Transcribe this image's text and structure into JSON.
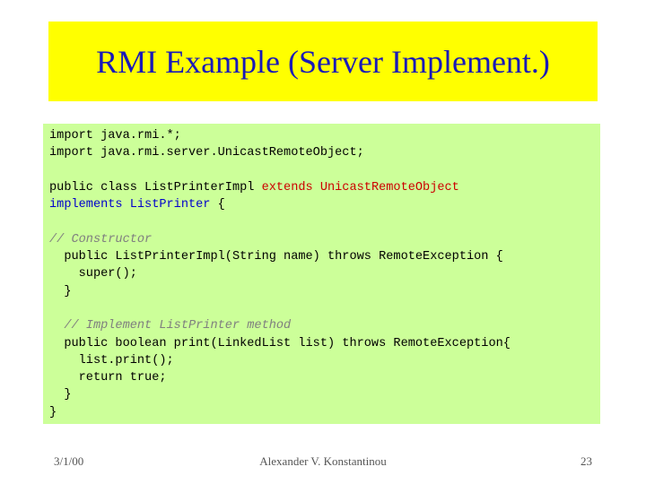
{
  "slide": {
    "title": "RMI Example (Server Implement.)"
  },
  "code": {
    "line1": "import java.rmi.*;",
    "line2": "import java.rmi.server.UnicastRemoteObject;",
    "line4_a": "public class ListPrinterImpl ",
    "line4_b": "extends UnicastRemoteObject",
    "line5_a": "implements ListPrinter",
    "line5_b": " {",
    "line7": "// Constructor",
    "line8": "  public ListPrinterImpl(String name) throws RemoteException {",
    "line9": "    super();",
    "line10": "  }",
    "line12": "  // Implement ListPrinter method",
    "line13": "  public boolean print(LinkedList list) throws RemoteException{",
    "line14": "    list.print();",
    "line15": "    return true;",
    "line16": "  }",
    "line17": "}"
  },
  "footer": {
    "date": "3/1/00",
    "author": "Alexander V. Konstantinou",
    "page": "23"
  },
  "colors": {
    "title_bg": "#ffff00",
    "title_text": "#1a1ab8",
    "code_bg": "#ccff99",
    "keyword_extends": "#cc0000",
    "keyword_implements": "#0000cc",
    "comment": "#7f7f7f"
  }
}
